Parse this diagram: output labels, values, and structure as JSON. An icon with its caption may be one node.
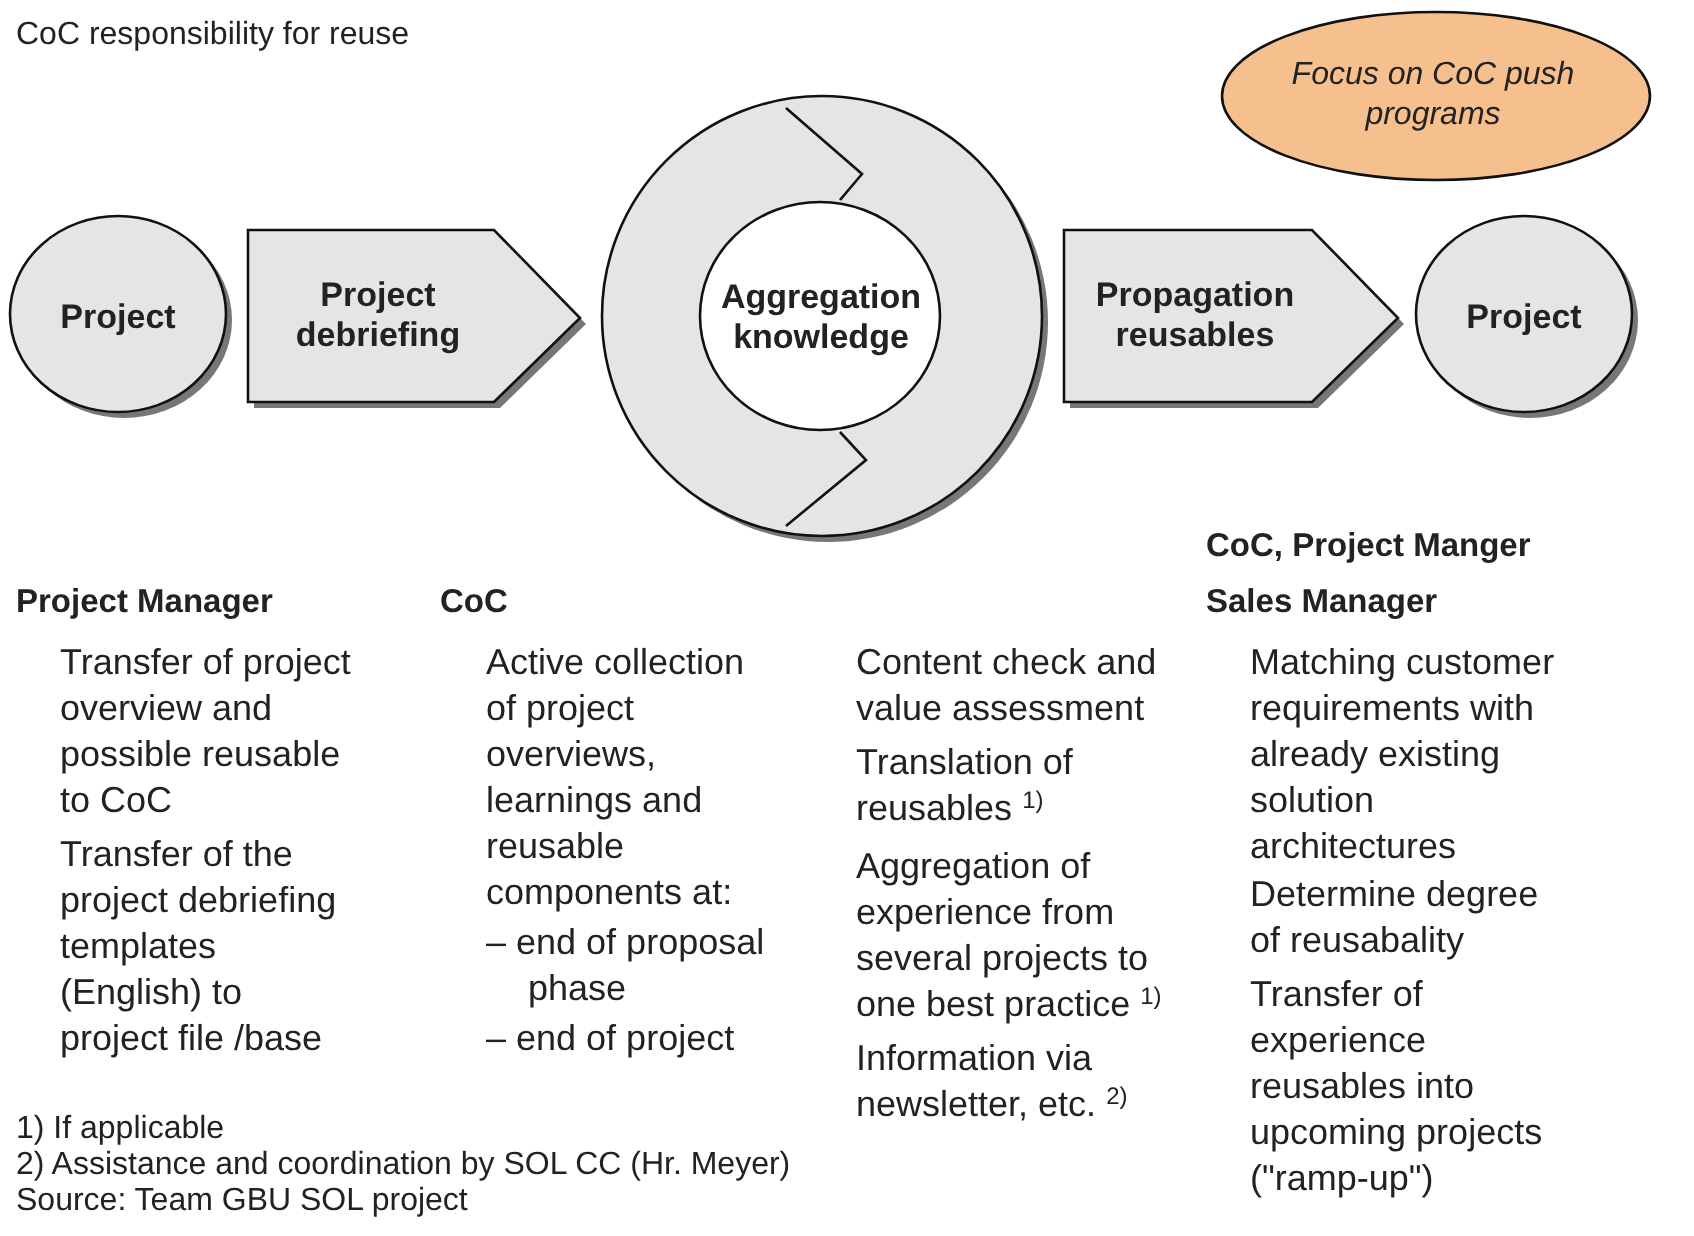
{
  "diagram": {
    "title": "CoC responsibility for reuse",
    "nodes": [
      {
        "text": [
          "Project"
        ]
      },
      {
        "text": [
          "Aggregation knowledge"
        ]
      },
      {
        "text": [
          "Project"
        ]
      },
      {
        "text": [
          "Focus on CoC push programs"
        ]
      }
    ],
    "edges": [
      {
        "from": 0,
        "to": 1,
        "arrow": "to",
        "label": "Project debriefing"
      },
      {
        "from": 1,
        "to": 2,
        "arrow": "to",
        "label": "Propagation reusables"
      }
    ],
    "labels": [
      "Project Manager",
      "Transfer of project overview and possible reusable to CoC",
      "Transfer of the project debriefing templates (English) to project file /base",
      "CoC",
      "Active collection of project overviews, learnings and reusable components at:",
      "– end of proposal phase",
      "– end of project",
      "Content check and value assessment",
      "Translation of reusables $^{1)}$",
      "Aggregation of experience from several projects to one best practice $^{1)}$",
      "Information via newsletter, etc. $^{2)}$",
      "CoC, Project Manger",
      "Sales Manager",
      "Matching customer requirements with already existing solution architectures",
      "Determine degree of reusabality",
      "Transfer of experience reusables into upcoming projects (\"ramp-up\")",
      "1) If applicable",
      "2) Assistance and coordination by SOL CC (Hr. Meyer)",
      "Source: Team GBU SOL project"
    ]
  }
}
